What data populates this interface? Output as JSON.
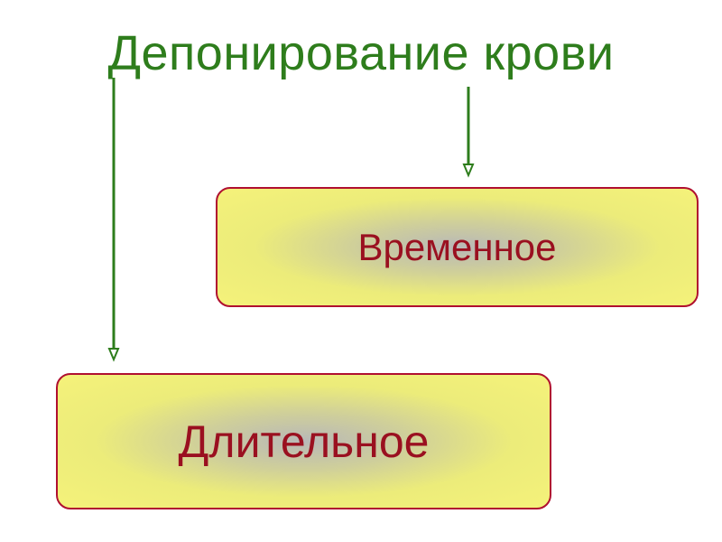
{
  "diagram": {
    "title": "Депонирование крови",
    "nodes": [
      {
        "id": "temporary",
        "label": "Временное"
      },
      {
        "id": "longterm",
        "label": "Длительное"
      }
    ],
    "edges": [
      {
        "from": "title",
        "to": "temporary"
      },
      {
        "from": "title",
        "to": "longterm"
      }
    ]
  },
  "colors": {
    "title": "#2e7d1c",
    "arrow": "#2e7d1c",
    "box_border": "#b01030",
    "box_text": "#9a1020",
    "box_fill_outer": "#f5f27a",
    "box_fill_center": "#b8b8b8"
  }
}
